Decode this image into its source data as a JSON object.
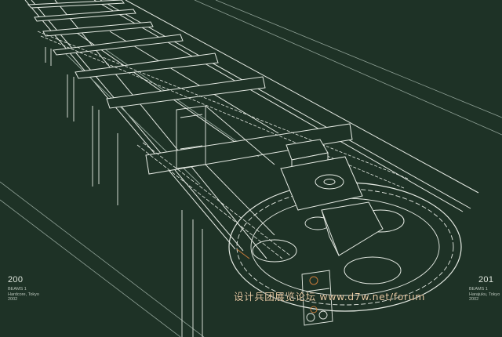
{
  "left_page": {
    "number": "200",
    "caption_lines": [
      "BEAMS 1",
      "Hardcore, Tokyo",
      "2002"
    ]
  },
  "right_page": {
    "number": "201",
    "caption_lines": [
      "BEAMS 1",
      "Harajuku, Tokyo",
      "2002"
    ]
  },
  "watermark": "设计兵团展览论坛 www.d7w.net/forum",
  "colors": {
    "background": "#1e3226",
    "line": "#e6ebe4",
    "dim_line": "#8fa196",
    "accent": "#c77a3a"
  },
  "illustration": {
    "subject": "wireframe-conveyor-chain-rail",
    "icon": "conveyor-icon"
  }
}
